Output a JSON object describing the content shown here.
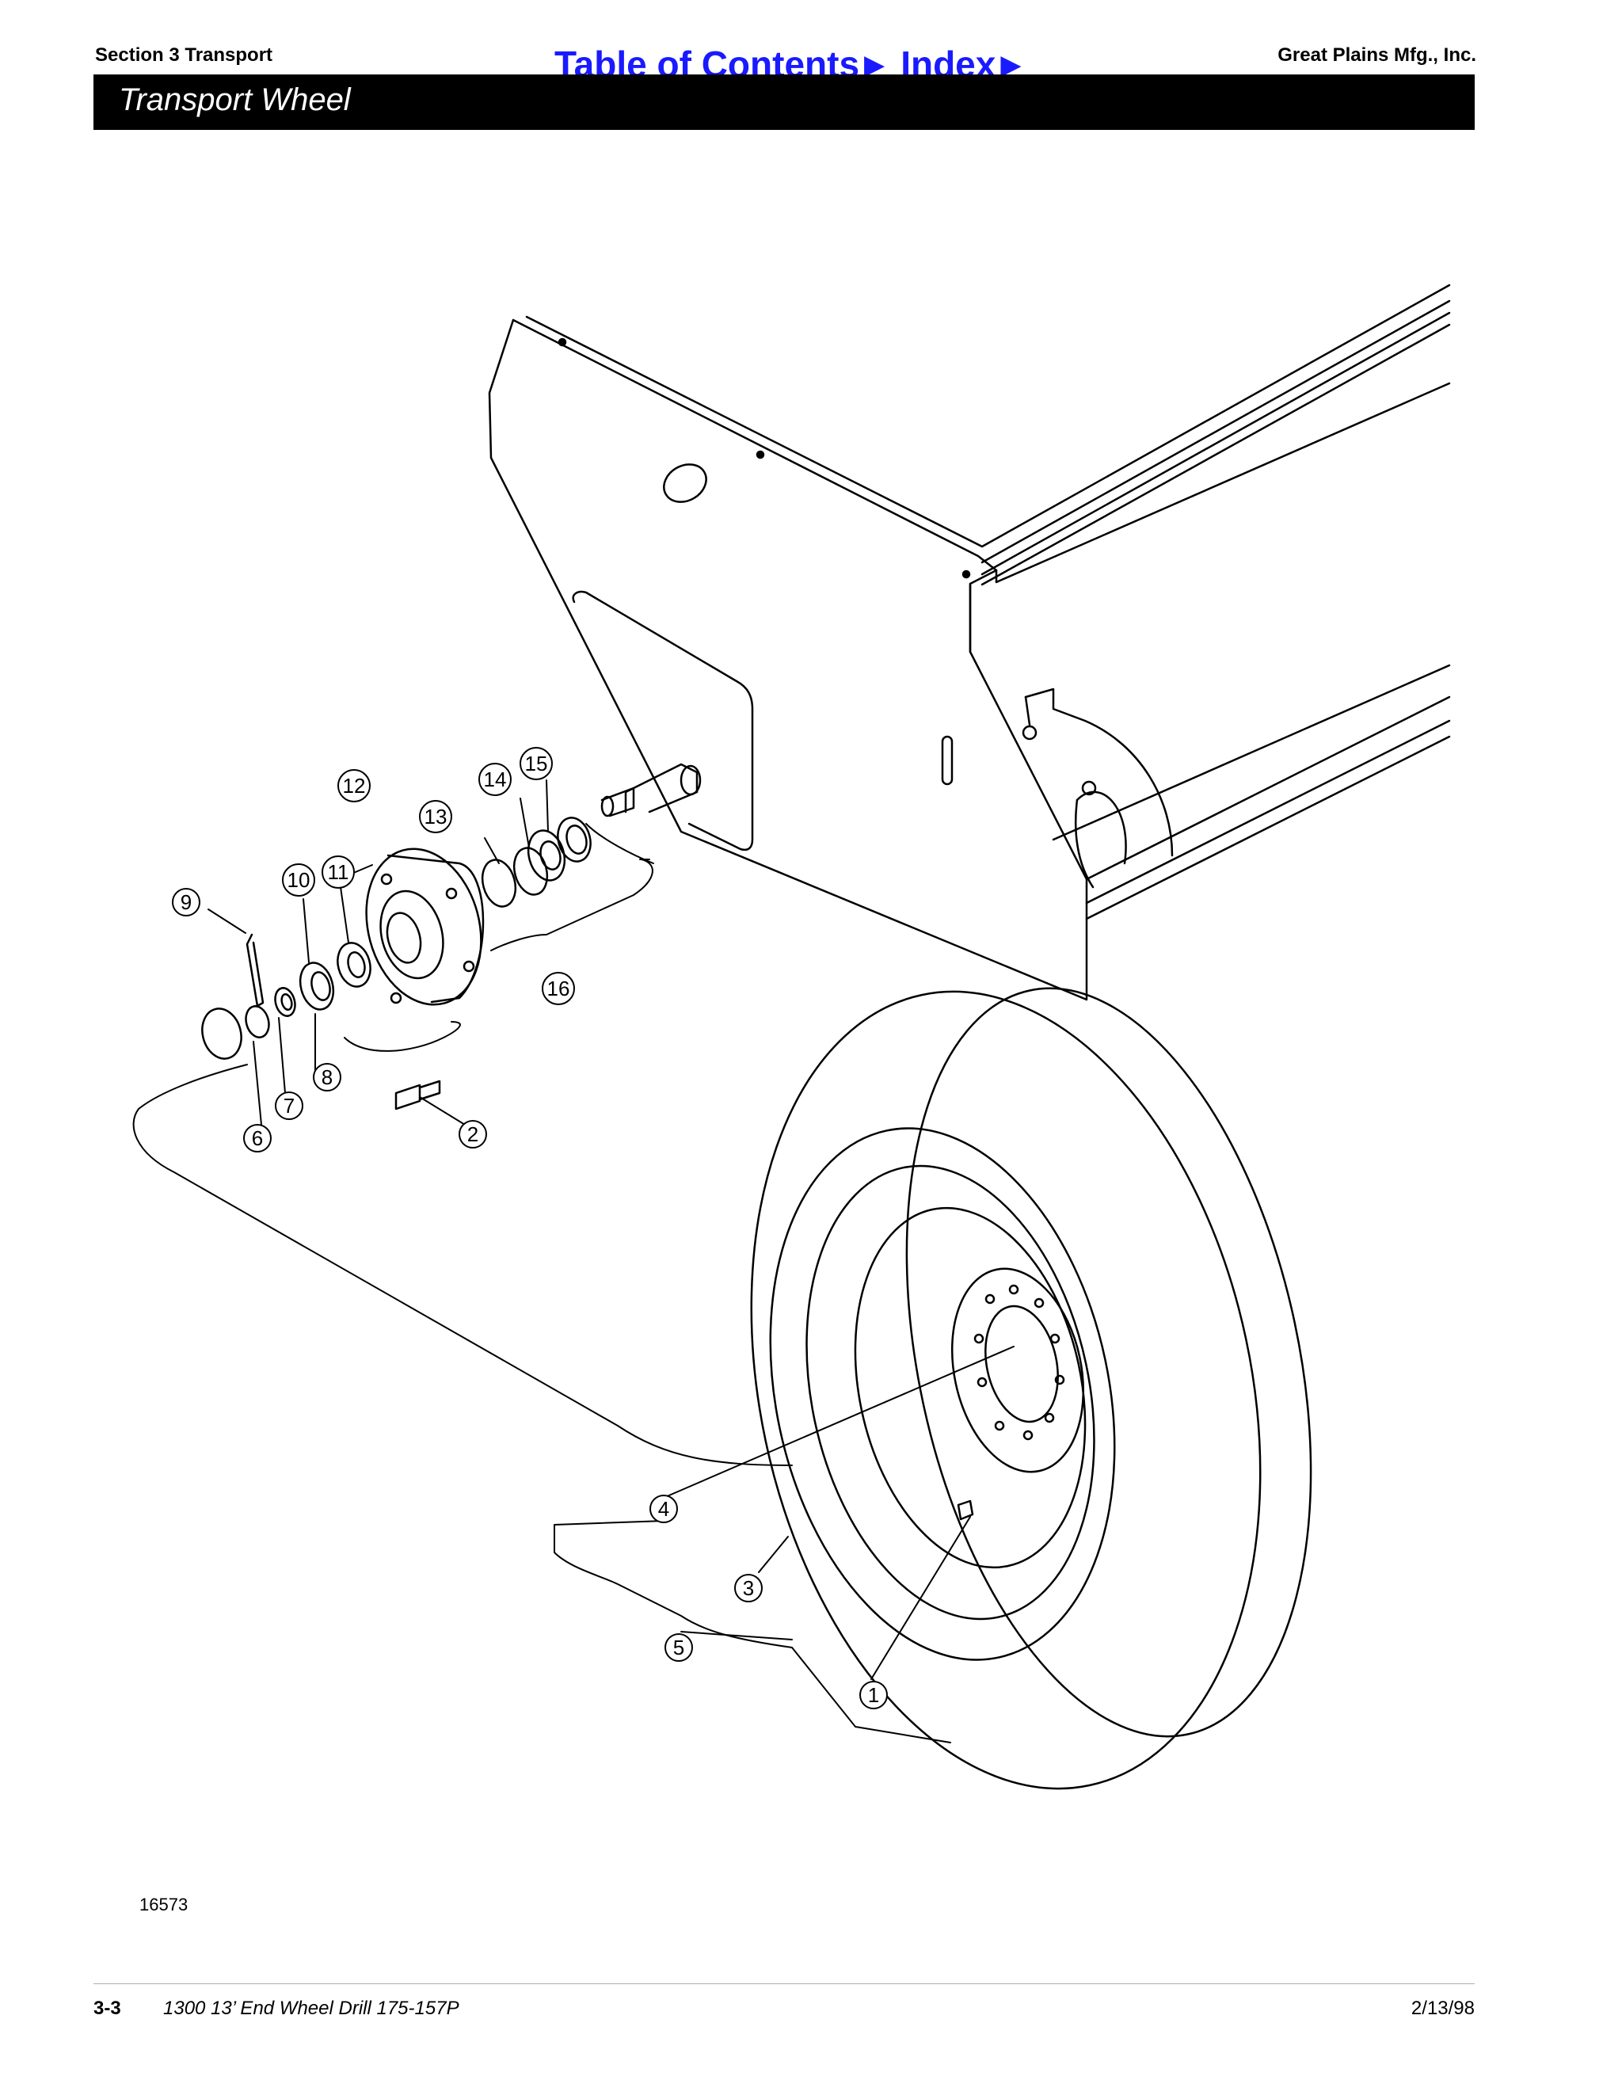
{
  "header": {
    "section": "Section 3 Transport",
    "company": "Great Plains Mfg., Inc.",
    "nav": {
      "toc_label": "Table of Contents",
      "index_label": "Index",
      "arrow_icon": "right-triangle-icon"
    },
    "title": "Transport Wheel"
  },
  "figure": {
    "number": "16573",
    "callouts": [
      "1",
      "2",
      "3",
      "4",
      "5",
      "6",
      "7",
      "8",
      "9",
      "10",
      "11",
      "12",
      "13",
      "14",
      "15",
      "16"
    ]
  },
  "footer": {
    "page": "3-3",
    "document": "1300 13’ End Wheel Drill   175-157P",
    "date": "2/13/98"
  }
}
